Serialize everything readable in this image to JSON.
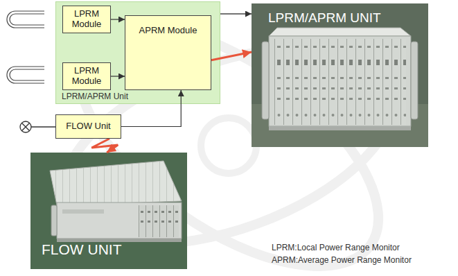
{
  "diagram": {
    "nodes": [
      {
        "text": [
          "LPRM/APRM Unit"
        ]
      },
      {
        "text": [
          "LPRM Module"
        ],
        "in": 0
      },
      {
        "text": [
          "LPRM Module"
        ],
        "in": 0
      },
      {
        "text": [
          "APRM Module"
        ],
        "in": 0
      },
      {
        "text": [
          "FLOW Unit"
        ]
      },
      {
        "text": [
          "LPRM/APRM UNIT"
        ]
      },
      {
        "text": [
          "FLOW UNIT"
        ]
      }
    ],
    "edges": [
      {
        "from": 1,
        "to": 3,
        "arrow": "to"
      },
      {
        "from": 2,
        "to": 3,
        "arrow": "to"
      },
      {
        "from": 4,
        "to": 3,
        "arrow": "to"
      },
      {
        "from": 0,
        "to": 5,
        "arrow": "to"
      },
      {
        "from": 3,
        "to": 5,
        "arrow": "to"
      },
      {
        "from": 4,
        "to": 6,
        "arrow": "to"
      }
    ],
    "labels": [
      "LPRM:Local Power Range Monitor",
      "APRM:Average Power Range Monitor"
    ]
  }
}
